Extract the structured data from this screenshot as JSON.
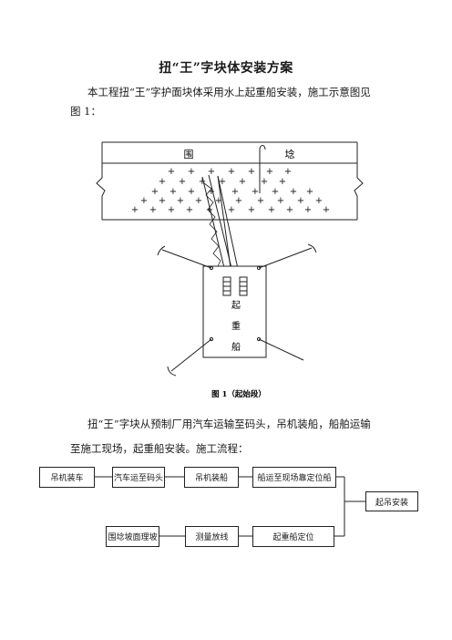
{
  "title": "扭“王”字块体安装方案",
  "intro": {
    "line1": "本工程扭“王”字护面块体采用水上起重船安装，施工示意图见",
    "line2": "图 1："
  },
  "diagram": {
    "wall_label_left": "围",
    "wall_label_right": "埝",
    "ship_chars": [
      "起",
      "重",
      "船"
    ],
    "caption": "图 1（起始段）"
  },
  "para2": {
    "line1": "扭“王”字块从预制厂用汽车运输至码头，吊机装船，船舶运输",
    "line2": "至施工现场，起重船安装。施工流程："
  },
  "flow": {
    "row1": [
      "吊机装车",
      "汽车运至码头",
      "吊机装船",
      "船运至现场靠定位船"
    ],
    "row2": [
      "围埝坡面理坡",
      "测量放线",
      "起重船定位"
    ],
    "final": "起吊安装"
  }
}
